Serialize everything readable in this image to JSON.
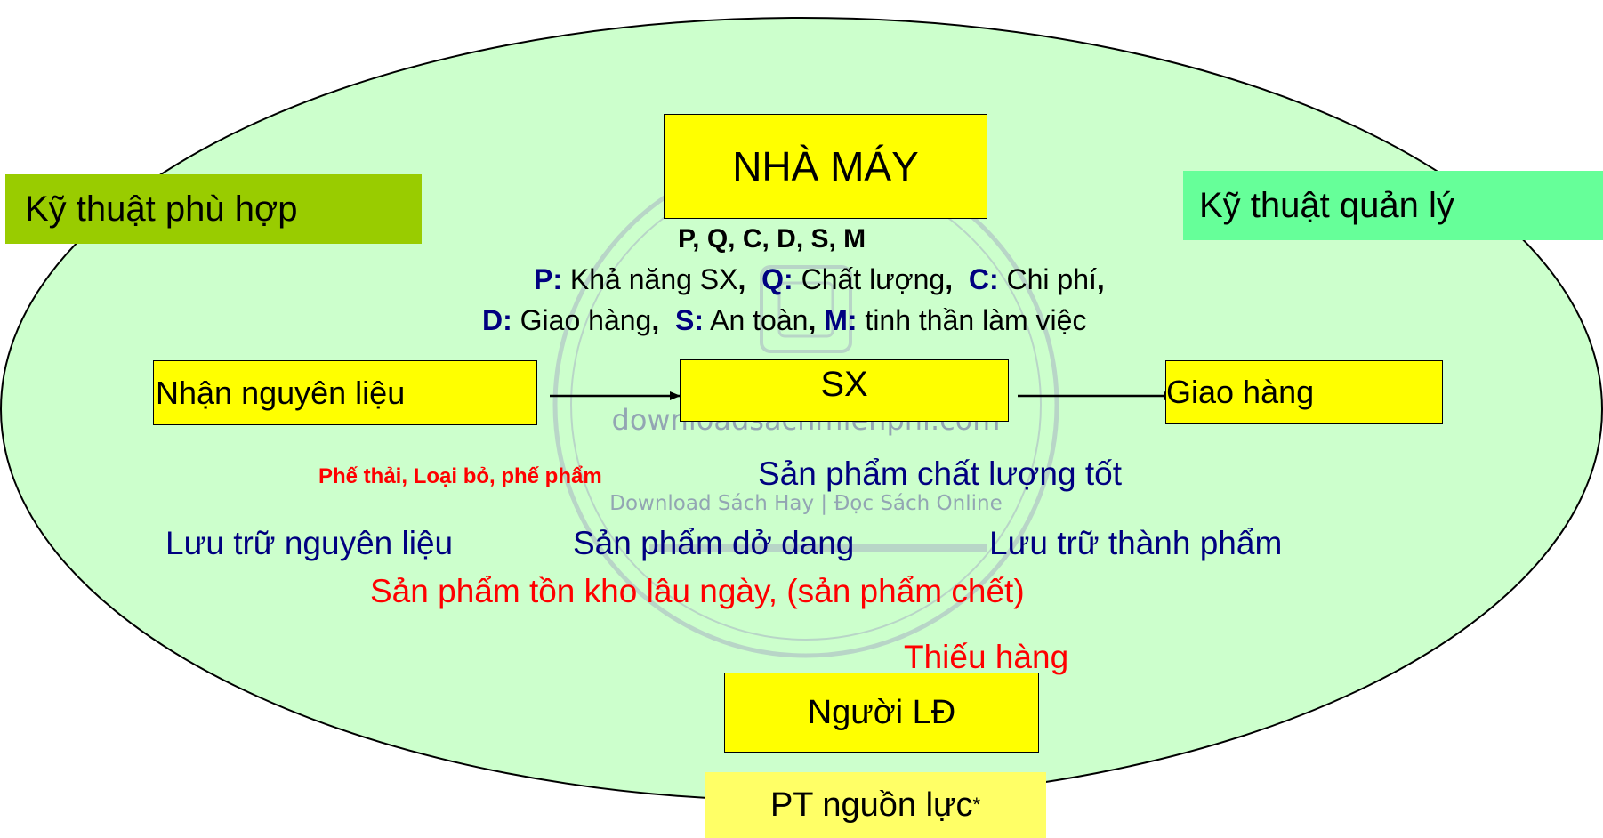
{
  "nodes": {
    "factory": "NHÀ MÁY",
    "factory_codes": "P, Q, C, D, S, M",
    "raw_receive": "Nhận nguyên liệu",
    "production": "SX",
    "delivery": "Giao hàng",
    "worker": "Người LĐ",
    "hr_dev": "PT nguồn lực",
    "hr_dev_mark": "*"
  },
  "side_labels": {
    "left": "Kỹ thuật phù hợp",
    "right": "Kỹ thuật quản lý"
  },
  "legend_line1": {
    "p_key": "P:",
    "p_val": " Khả năng SX",
    "q_key": "Q:",
    "q_val": " Chất lượng",
    "c_key": "C:",
    "c_val": " Chi phí"
  },
  "legend_line2": {
    "d_key": "D:",
    "d_val": " Giao hàng",
    "s_key": "S:",
    "s_val": " An toàn",
    "m_key": "M:",
    "m_val": " tinh thần làm việc"
  },
  "notes": {
    "waste": "Phế  thải, Loại bỏ, phế phẩm",
    "good_products": "Sản phẩm chất lượng tốt",
    "raw_storage": "Lưu trữ nguyên liệu",
    "wip": "Sản phẩm dở dang",
    "finished_storage": "Lưu trữ thành phẩm",
    "dead_stock": "Sản phẩm tồn kho lâu ngày, (sản phẩm chết)",
    "shortage": "Thiếu hàng"
  },
  "watermark": {
    "site": "downloadsachmienphi.com",
    "tagline": "Download Sách Hay | Đọc Sách Online"
  },
  "colors": {
    "ellipse_fill": "#ccffcc",
    "box_yellow": "#ffff00",
    "box_lightyellow": "#ffff66",
    "left_label": "#99cc00",
    "right_label": "#66ff99",
    "navy_text": "#000080",
    "red_text": "#ff0000"
  }
}
